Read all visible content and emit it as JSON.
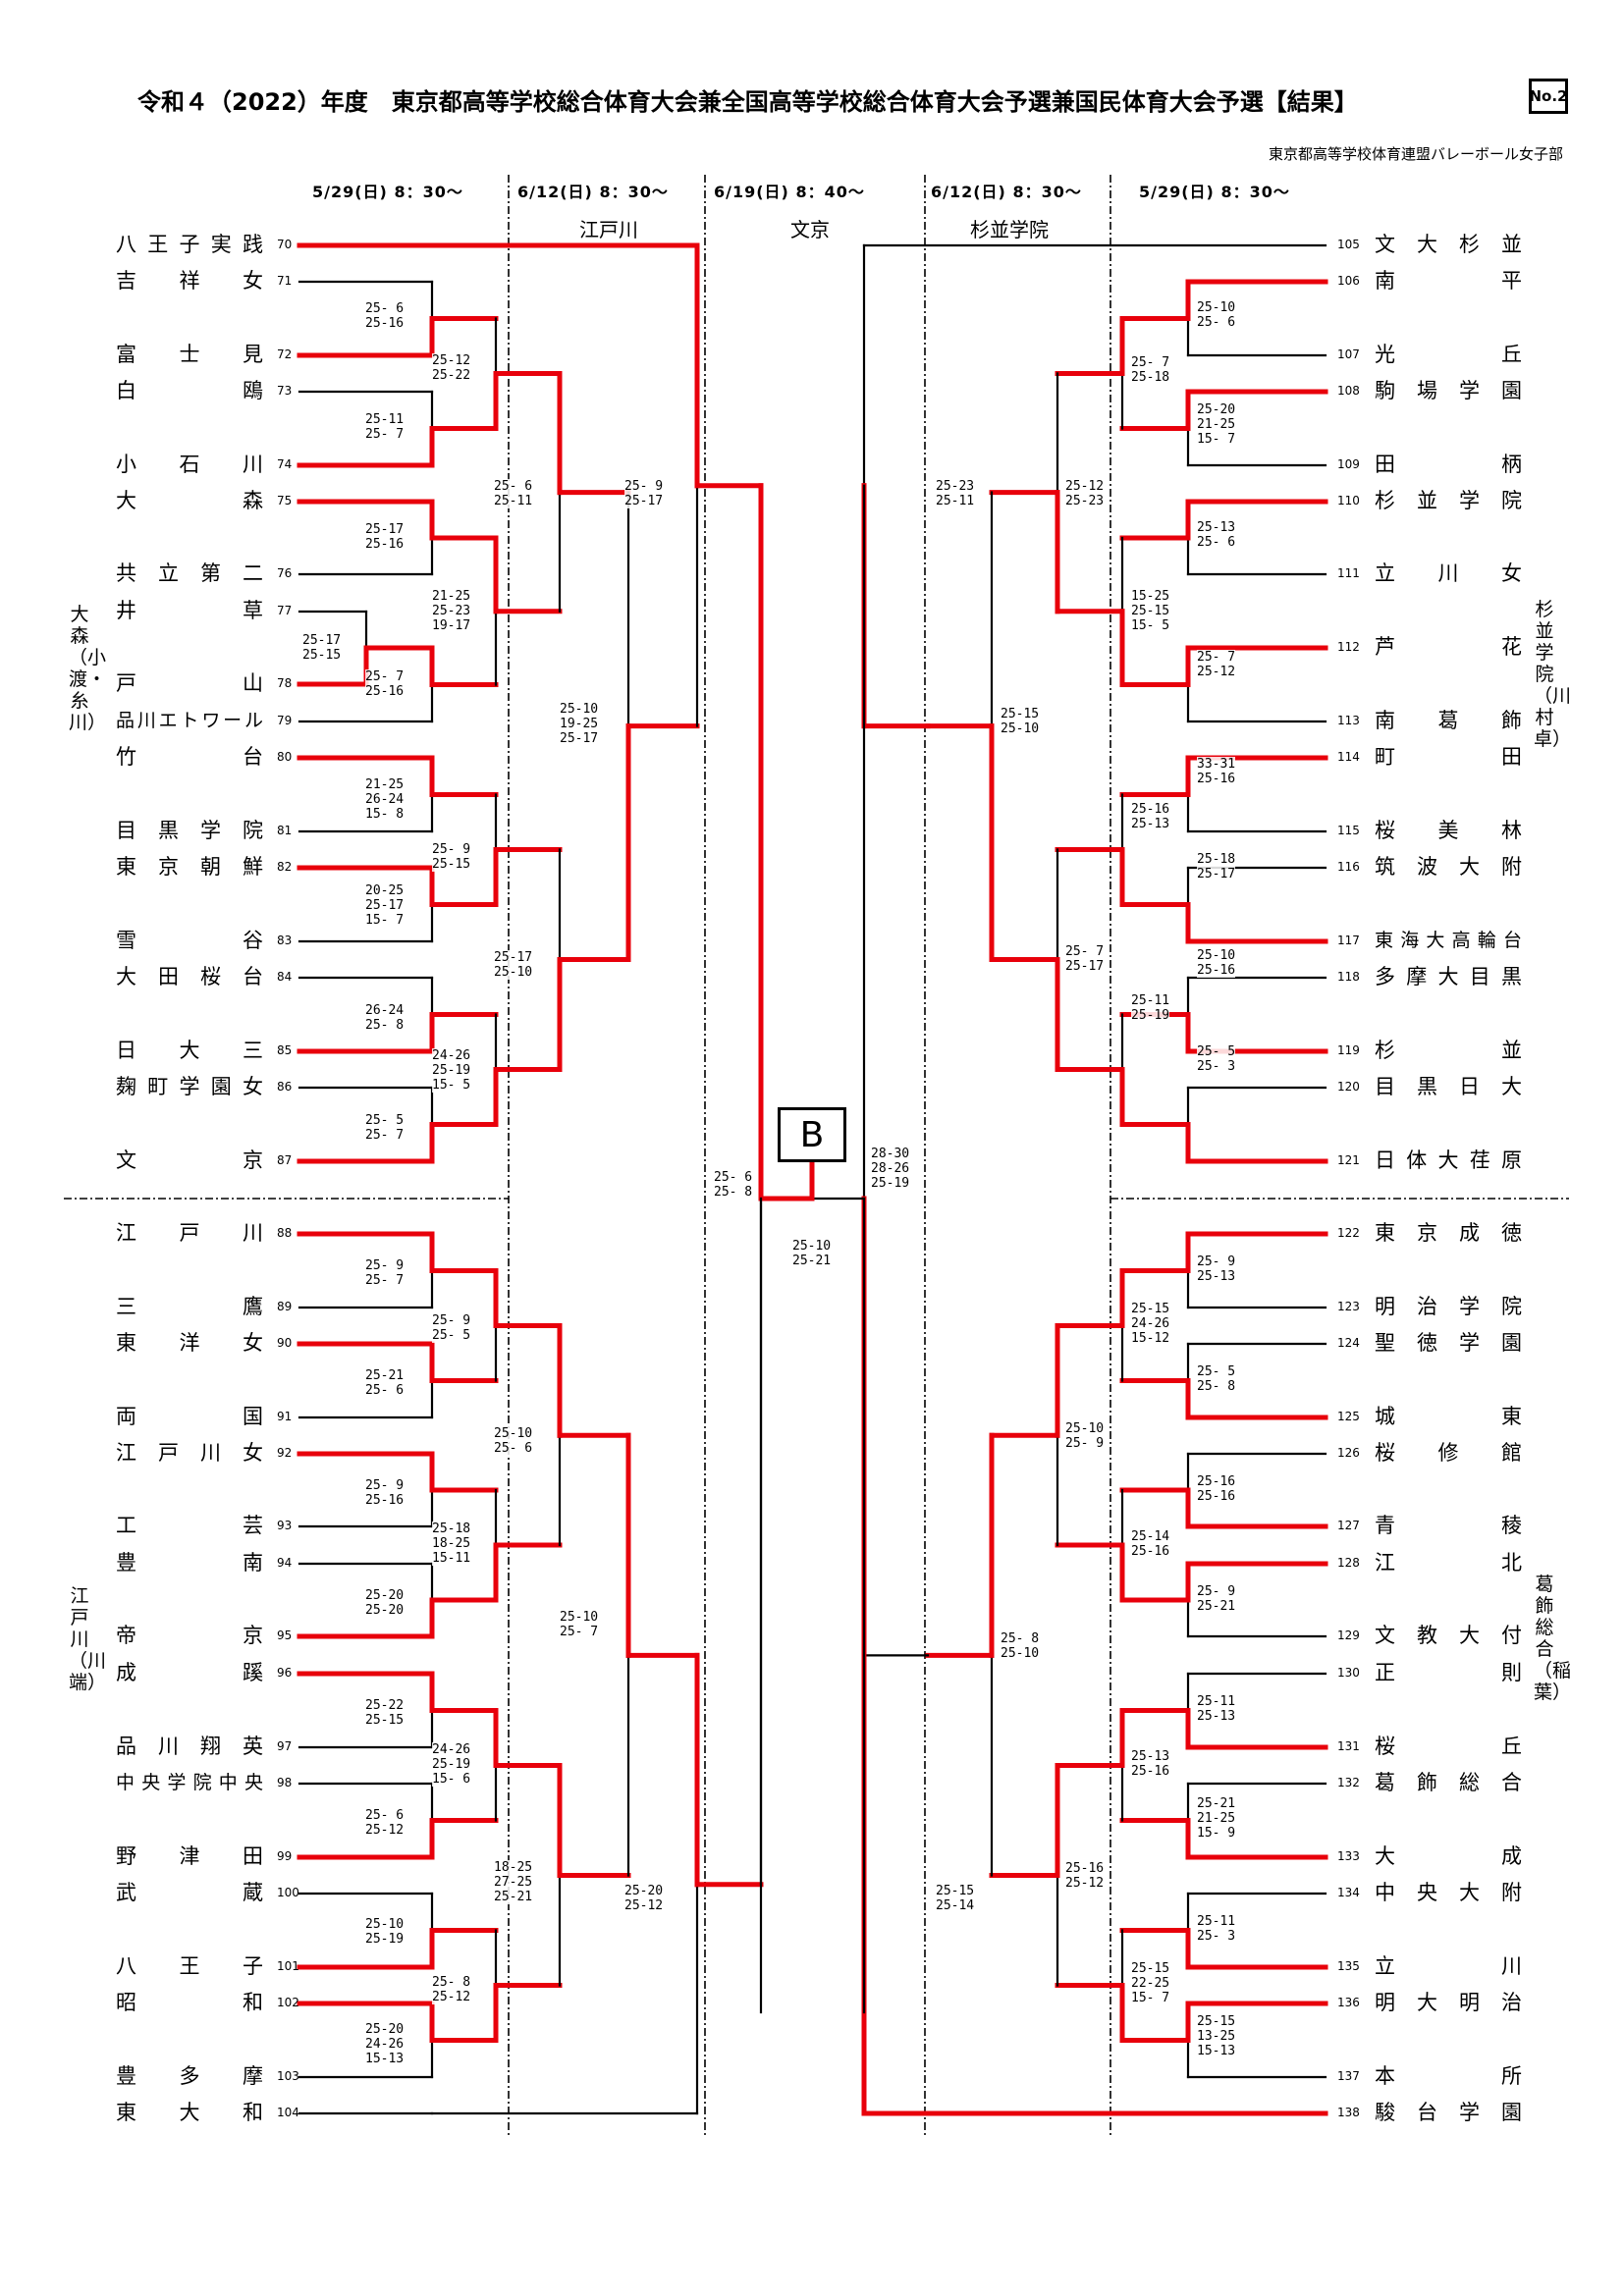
{
  "header": {
    "title": "令和４（2022）年度　東京都高等学校総合体育大会兼全国高等学校総合体育大会予選兼国民体育大会予選【結果】",
    "page_no": "No.2",
    "organizer": "東京都高等学校体育連盟バレーボール女子部"
  },
  "schedule": [
    {
      "date": "5/29(日) 8：30～",
      "venue": ""
    },
    {
      "date": "6/12(日) 8：30～",
      "venue": "江戸川"
    },
    {
      "date": "6/19(日) 8：40～",
      "venue": "文京"
    },
    {
      "date": "6/12(日) 8：30～",
      "venue": "杉並学院"
    },
    {
      "date": "5/29(日) 8：30～",
      "venue": ""
    }
  ],
  "block_labels": {
    "left_top": "大森（小渡・糸川）",
    "left_bottom": "江戸川（川端）",
    "right_top": "杉並学院（川村卓）",
    "right_bottom": "葛飾総合（稲葉）"
  },
  "final_block_label": "B",
  "colors": {
    "winner_line": "#e8000b",
    "loser_line": "#000000"
  },
  "teams_left": [
    {
      "seed": "70",
      "name": "八王子実践"
    },
    {
      "seed": "71",
      "name": "吉祥女"
    },
    {
      "seed": "72",
      "name": "富士見"
    },
    {
      "seed": "73",
      "name": "白鴎"
    },
    {
      "seed": "74",
      "name": "小石川"
    },
    {
      "seed": "75",
      "name": "大森"
    },
    {
      "seed": "76",
      "name": "共立第二"
    },
    {
      "seed": "77",
      "name": "井草"
    },
    {
      "seed": "78",
      "name": "戸山"
    },
    {
      "seed": "79",
      "name": "品川エトワール"
    },
    {
      "seed": "80",
      "name": "竹台"
    },
    {
      "seed": "81",
      "name": "目黒学院"
    },
    {
      "seed": "82",
      "name": "東京朝鮮"
    },
    {
      "seed": "83",
      "name": "雪谷"
    },
    {
      "seed": "84",
      "name": "大田桜台"
    },
    {
      "seed": "85",
      "name": "日大三"
    },
    {
      "seed": "86",
      "name": "麹町学園女"
    },
    {
      "seed": "87",
      "name": "文京"
    },
    {
      "seed": "88",
      "name": "江戸川"
    },
    {
      "seed": "89",
      "name": "三鷹"
    },
    {
      "seed": "90",
      "name": "東洋女"
    },
    {
      "seed": "91",
      "name": "両国"
    },
    {
      "seed": "92",
      "name": "江戸川女"
    },
    {
      "seed": "93",
      "name": "工芸"
    },
    {
      "seed": "94",
      "name": "豊南"
    },
    {
      "seed": "95",
      "name": "帝京"
    },
    {
      "seed": "96",
      "name": "成蹊"
    },
    {
      "seed": "97",
      "name": "品川翔英"
    },
    {
      "seed": "98",
      "name": "中央学院中央"
    },
    {
      "seed": "99",
      "name": "野津田"
    },
    {
      "seed": "100",
      "name": "武蔵"
    },
    {
      "seed": "101",
      "name": "八王子"
    },
    {
      "seed": "102",
      "name": "昭和"
    },
    {
      "seed": "103",
      "name": "豊多摩"
    },
    {
      "seed": "104",
      "name": "東大和"
    }
  ],
  "teams_right": [
    {
      "seed": "105",
      "name": "文大杉並"
    },
    {
      "seed": "106",
      "name": "南平"
    },
    {
      "seed": "107",
      "name": "光丘"
    },
    {
      "seed": "108",
      "name": "駒場学園"
    },
    {
      "seed": "109",
      "name": "田柄"
    },
    {
      "seed": "110",
      "name": "杉並学院"
    },
    {
      "seed": "111",
      "name": "立川女"
    },
    {
      "seed": "112",
      "name": "芦花"
    },
    {
      "seed": "113",
      "name": "南葛飾"
    },
    {
      "seed": "114",
      "name": "町田"
    },
    {
      "seed": "115",
      "name": "桜美林"
    },
    {
      "seed": "116",
      "name": "筑波大附"
    },
    {
      "seed": "117",
      "name": "東海大高輪台"
    },
    {
      "seed": "118",
      "name": "多摩大目黒"
    },
    {
      "seed": "119",
      "name": "杉並"
    },
    {
      "seed": "120",
      "name": "目黒日大"
    },
    {
      "seed": "121",
      "name": "日体大荏原"
    },
    {
      "seed": "122",
      "name": "東京成徳"
    },
    {
      "seed": "123",
      "name": "明治学院"
    },
    {
      "seed": "124",
      "name": "聖徳学園"
    },
    {
      "seed": "125",
      "name": "城東"
    },
    {
      "seed": "126",
      "name": "桜修館"
    },
    {
      "seed": "127",
      "name": "青稜"
    },
    {
      "seed": "128",
      "name": "江北"
    },
    {
      "seed": "129",
      "name": "文教大付"
    },
    {
      "seed": "130",
      "name": "正則"
    },
    {
      "seed": "131",
      "name": "桜丘"
    },
    {
      "seed": "132",
      "name": "葛飾総合"
    },
    {
      "seed": "133",
      "name": "大成"
    },
    {
      "seed": "134",
      "name": "中央大附"
    },
    {
      "seed": "135",
      "name": "立川"
    },
    {
      "seed": "136",
      "name": "明大明治"
    },
    {
      "seed": "137",
      "name": "本所"
    },
    {
      "seed": "138",
      "name": "駿台学園"
    }
  ],
  "scores": {
    "L_r1_71_72": "25- 6\n25-16",
    "L_r1_73_74": "25-11\n25- 7",
    "L_r2_71_74": "25-12\n25-22",
    "L_r1_75_76": "25-17\n25-16",
    "L_r0_77_78": "25-17\n25-15",
    "L_r1_78_79": "25- 7\n25-16",
    "L_r2_75_79": "21-25\n25-23\n19-17",
    "L_r3_71_79": "25- 6\n25-11",
    "L_r1_80_81": "21-25\n26-24\n15- 8",
    "L_r1_82_83": "20-25\n25-17\n15- 7",
    "L_r2_80_83": "25- 9\n25-15",
    "L_r1_84_85": "26-24\n25- 8",
    "L_r1_86_87": "25- 5\n25- 7",
    "L_r2_84_87": "24-26\n25-19\n15- 5",
    "L_r3_80_87": "25-17\n25-10",
    "L_r4_71_87": "25-10\n19-25\n25-17",
    "L_r5_70_87": "25- 9\n25-17",
    "L_r1_88_89": "25- 9\n25- 7",
    "L_r1_90_91": "25-21\n25- 6",
    "L_r2_88_91": "25- 9\n25- 5",
    "L_r1_92_93": "25- 9\n25-16",
    "L_r1_94_95": "25-20\n25-20",
    "L_r2_92_95": "25-18\n18-25\n15-11",
    "L_r3_88_95": "25-10\n25- 6",
    "L_r1_96_97": "25-22\n25-15",
    "L_r1_98_99": "25- 6\n25-12",
    "L_r2_96_99": "24-26\n25-19\n15- 6",
    "L_r1_100_101": "25-10\n25-19",
    "L_r1_102_103": "25-20\n24-26\n15-13",
    "L_r2_100_103": "25- 8\n25-12",
    "L_r3_96_103": "18-25\n27-25\n25-21",
    "L_r4_88_103": "25-10\n25- 7",
    "L_r5_88_104": "25-20\n25-12",
    "L_semi": "25- 6\n25- 8",
    "final": "25-10\n25-21",
    "R_semi": "28-30\n28-26\n25-19",
    "R_r1_106_107": "25-10\n25- 6",
    "R_r1_108_109": "25-20\n21-25\n15- 7",
    "R_r2_106_109": "25- 7\n25-18",
    "R_r1_110_111": "25-13\n25- 6",
    "R_r1_112_113": "25- 7\n25-12",
    "R_r2_110_113": "15-25\n25-15\n15- 5",
    "R_r3_106_113": "25-12\n25-23",
    "R_r1_114_115": "33-31\n25-16",
    "R_r1_116_117": "25-18\n25-17",
    "R_r2_114_117": "25-16\n25-13",
    "R_r1_118_119": "25-10\n25-16",
    "R_r1_120_121": "25- 5\n25- 3",
    "R_r2_118_121": "25-11\n25-19",
    "R_r3_114_121": "25- 7\n25-17",
    "R_r4_106_121": "25-15\n25-10",
    "R_r5_105_121": "25-23\n25-11",
    "R_r1_122_123": "25- 9\n25-13",
    "R_r1_124_125": "25- 5\n25- 8",
    "R_r2_122_125": "25-15\n24-26\n15-12",
    "R_r1_126_127": "25-16\n25-16",
    "R_r1_128_129": "25- 9\n25-21",
    "R_r2_126_129": "25-14\n25-16",
    "R_r3_122_129": "25-10\n25- 9",
    "R_r1_130_131": "25-11\n25-13",
    "R_r1_132_133": "25-21\n21-25\n15- 9",
    "R_r2_130_133": "25-13\n25-16",
    "R_r1_134_135": "25-11\n25- 3",
    "R_r1_136_137": "25-15\n13-25\n15-13",
    "R_r2_134_137": "25-15\n22-25\n15- 7",
    "R_r3_130_137": "25-16\n25-12",
    "R_r4_122_137": "25- 8\n25-10",
    "R_r5_122_138": "25-15\n25-14"
  }
}
